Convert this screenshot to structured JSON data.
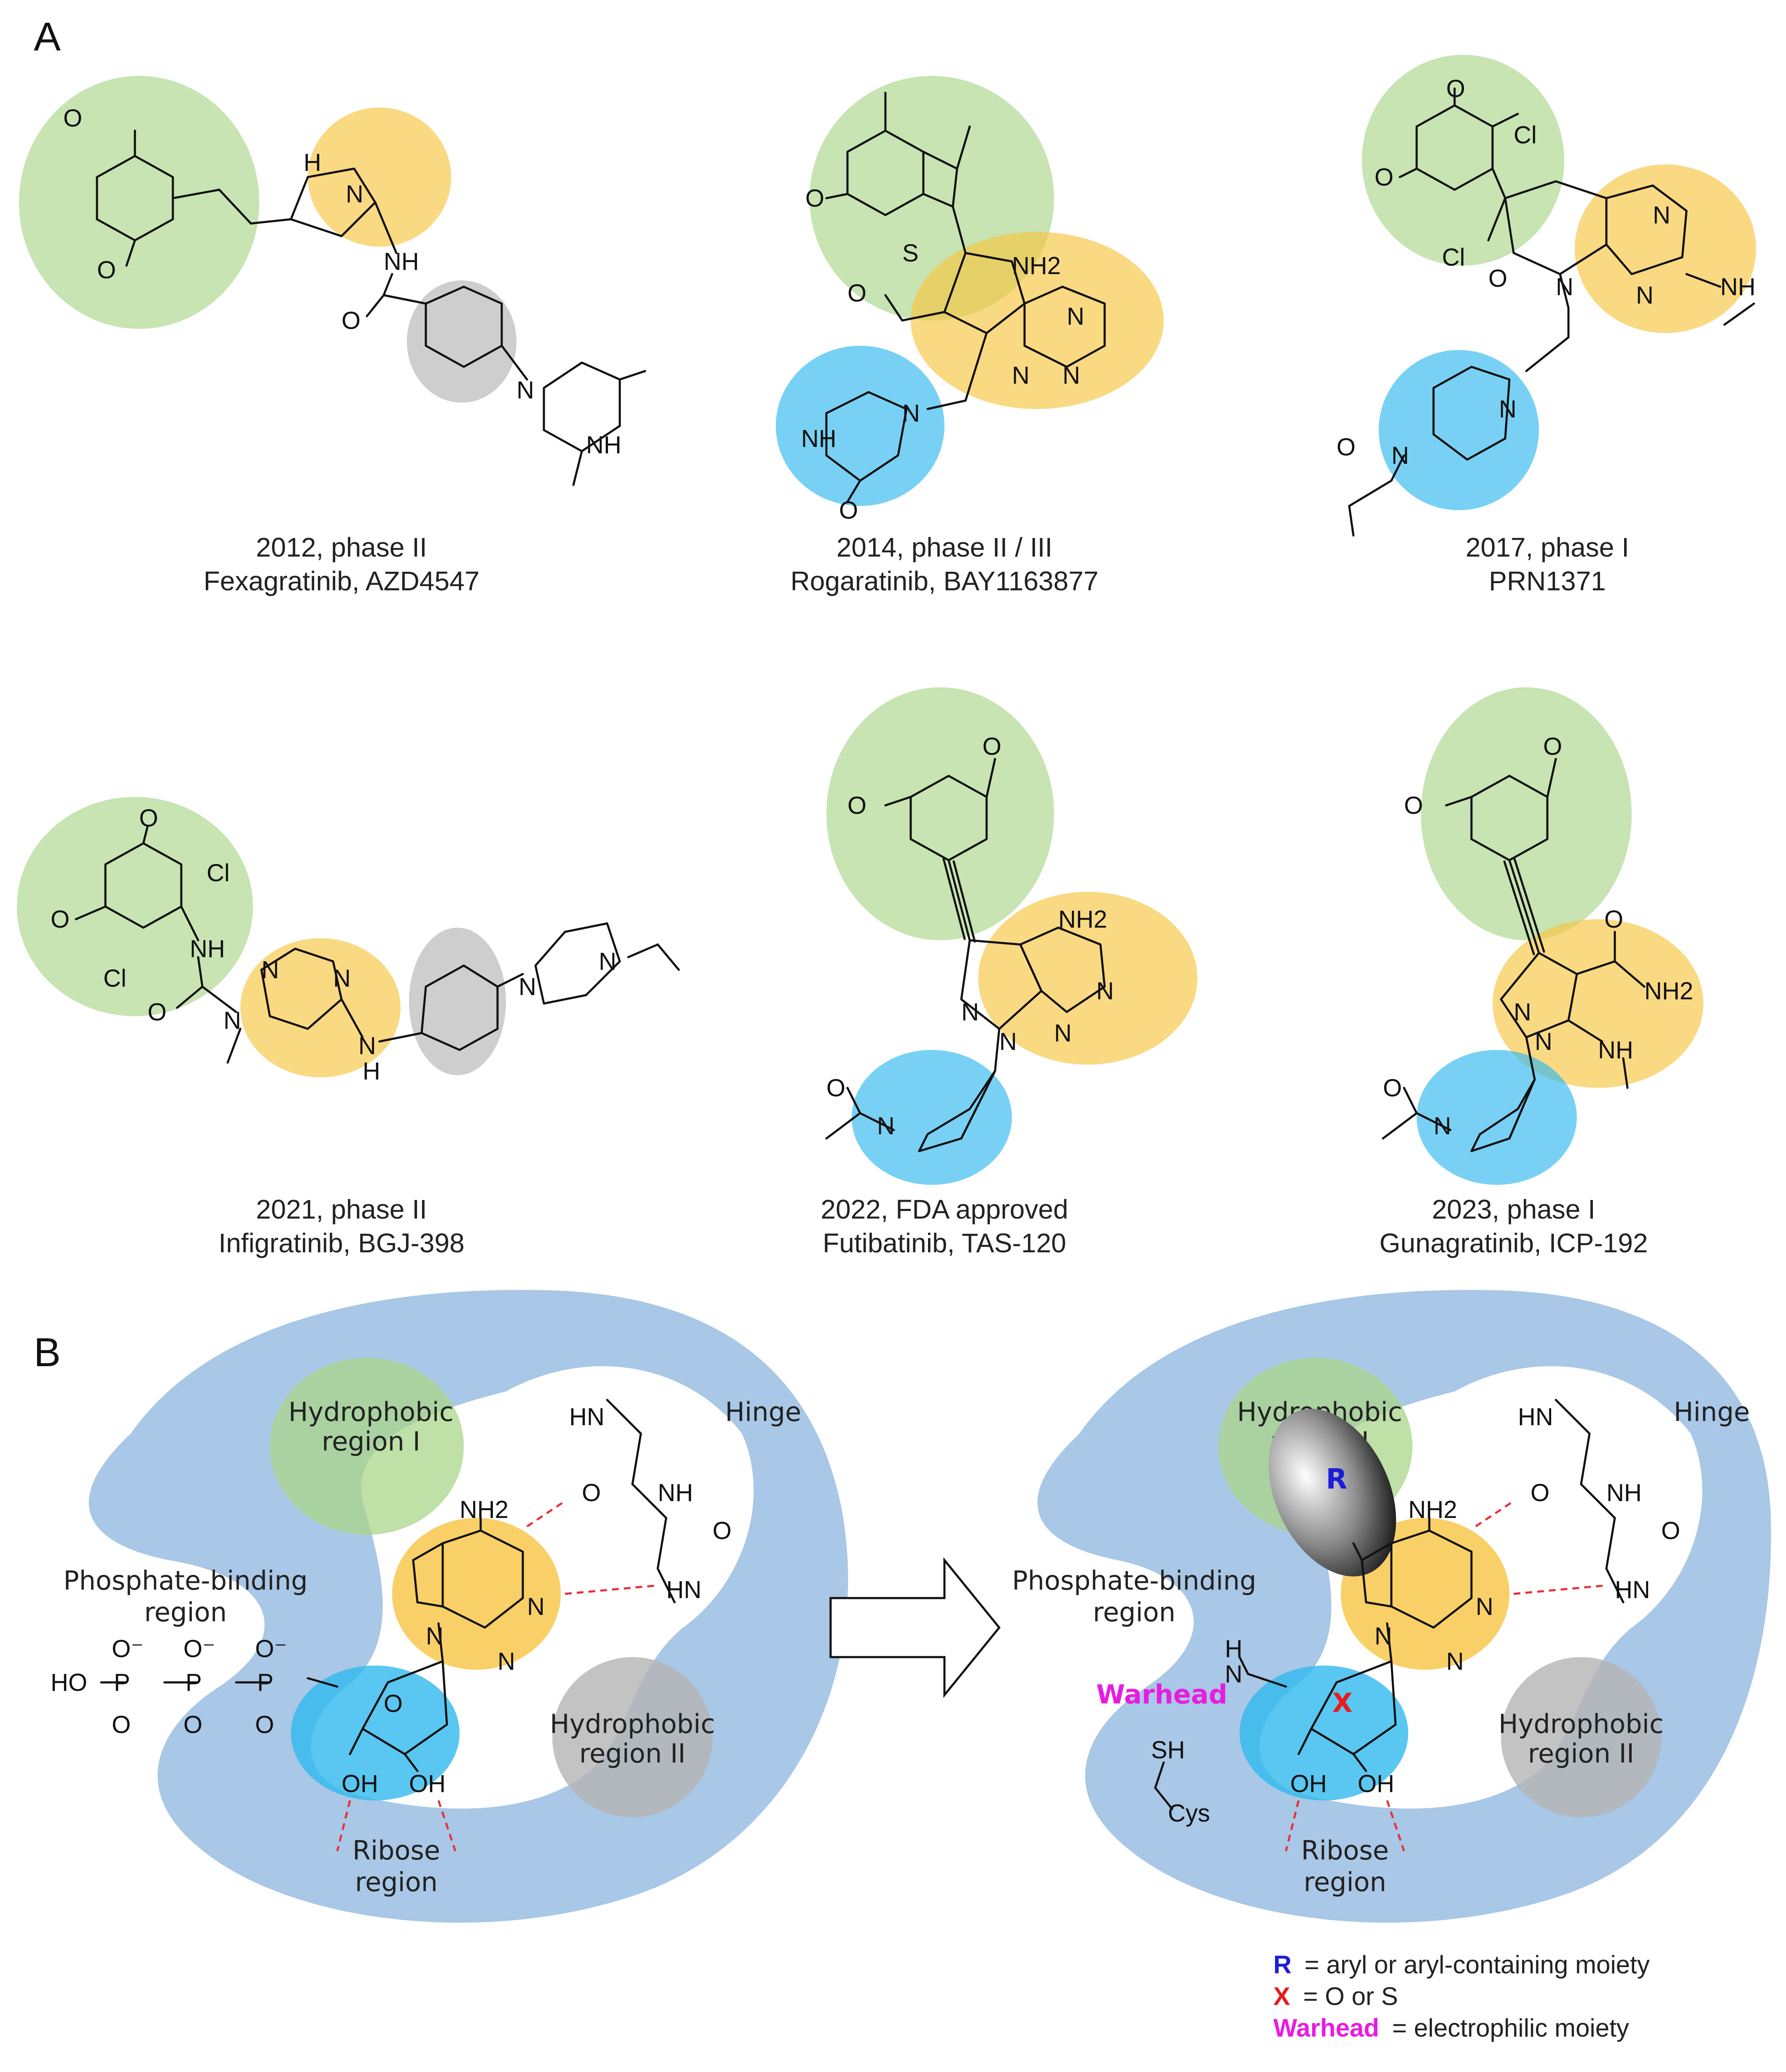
{
  "panel_labels": {
    "a": "A",
    "b": "B"
  },
  "compounds": [
    {
      "line1": "2012, phase II",
      "line2": "Fexagratinib, AZD4547"
    },
    {
      "line1": "2014, phase II / III",
      "line2": "Rogaratinib, BAY1163877"
    },
    {
      "line1": "2017, phase I",
      "line2": "PRN1371"
    },
    {
      "line1": "2021, phase II",
      "line2": "Infigratinib, BGJ-398"
    },
    {
      "line1": "2022, FDA approved",
      "line2": "Futibatinib, TAS-120"
    },
    {
      "line1": "2023, phase I",
      "line2": "Gunagratinib, ICP-192"
    }
  ],
  "atoms": {
    "nh": "NH",
    "hn": "HN",
    "n": "N",
    "o": "O",
    "s": "S",
    "cl": "Cl",
    "nh2": "NH2",
    "h": "H",
    "hnn": "H-N",
    "oh": "OH",
    "ho": "HO",
    "p": "P",
    "ominus": "O⁻",
    "sh": "SH",
    "cys": "Cys"
  },
  "pocket": {
    "hydrophobic_1": [
      "Hydrophobic",
      "region I"
    ],
    "hydrophobic_2": [
      "Hydrophobic",
      "region II"
    ],
    "phosphate": [
      "Phosphate-binding",
      "region"
    ],
    "ribose": [
      "Ribose",
      "region"
    ],
    "hinge": "Hinge"
  },
  "modified": {
    "r": "R",
    "x": "X",
    "warhead": "Warhead"
  },
  "legend": [
    {
      "key": "R",
      "text": "= aryl or aryl-containing moiety",
      "color": "#1d1dd8"
    },
    {
      "key": "X",
      "text": "= O or S",
      "color": "#e81c1c"
    },
    {
      "key": "Warhead",
      "text": "= electrophilic moiety",
      "color": "#e81ce0"
    }
  ],
  "colors": {
    "green": "#a9d688",
    "yellow": "#f8c441",
    "blue": "#2fb9ee",
    "grey": "#b4b4b4",
    "pocket": "#a9c7e6"
  }
}
